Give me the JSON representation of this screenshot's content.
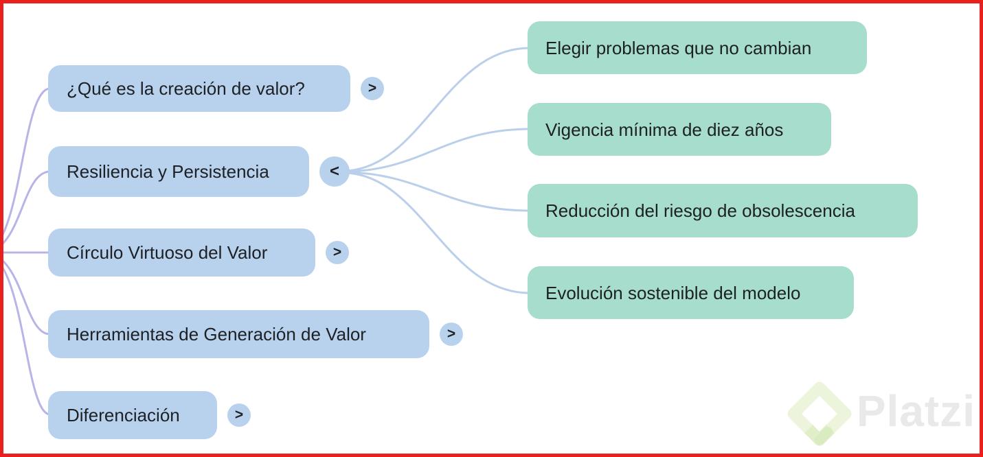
{
  "colors": {
    "frame_red": "#e8201e",
    "topic_fill": "#b8d2ee",
    "subtopic_fill": "#a7ddcc",
    "connector_left": "#b7b4e8",
    "connector_right": "#b9cfea",
    "node_text": "#1d2024",
    "watermark_gray": "#e9e9e9",
    "watermark_green": "#ecf5dc"
  },
  "mindmap": {
    "left_nodes": [
      {
        "label": "¿Qué es la creación de valor?",
        "toggle": ">"
      },
      {
        "label": "Resiliencia y Persistencia",
        "toggle": "<"
      },
      {
        "label": "Círculo Virtuoso del Valor",
        "toggle": ">"
      },
      {
        "label": "Herramientas de Generación de Valor",
        "toggle": ">"
      },
      {
        "label": "Diferenciación",
        "toggle": ">"
      }
    ],
    "right_nodes": [
      {
        "label": "Elegir problemas que no cambian"
      },
      {
        "label": "Vigencia mínima de diez años"
      },
      {
        "label": "Reducción del riesgo de obsolescencia"
      },
      {
        "label": "Evolución sostenible del modelo"
      }
    ]
  },
  "watermark": {
    "brand": "Platzi"
  }
}
